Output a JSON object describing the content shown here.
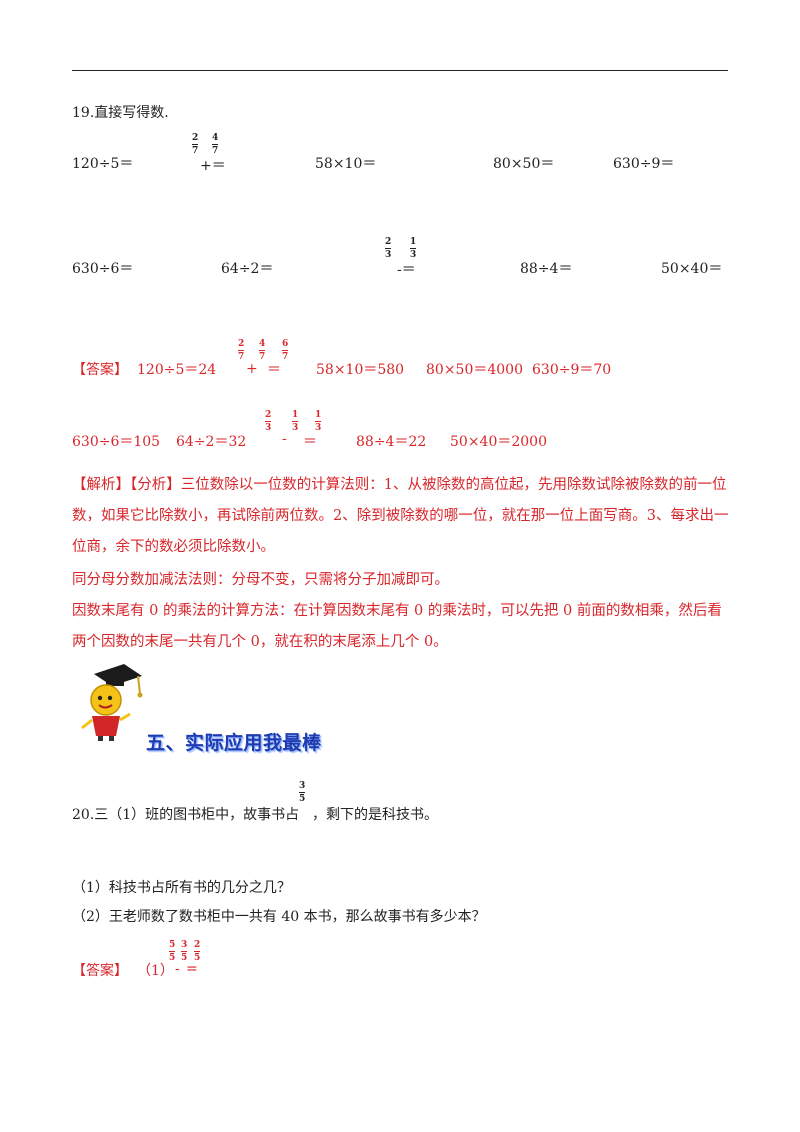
{
  "q19": {
    "title": "19.直接写得数.",
    "row1": [
      "120÷5＝",
      "+＝",
      "58×10＝",
      "80×50＝",
      "630÷9＝"
    ],
    "row2": [
      "630÷6＝",
      "64÷2＝",
      "-＝",
      "88÷4＝",
      "50×40＝"
    ],
    "fracs": {
      "f1a": [
        "2",
        "7"
      ],
      "f1b": [
        "4",
        "7"
      ],
      "f2a": [
        "2",
        "3"
      ],
      "f2b": [
        "1",
        "3"
      ]
    }
  },
  "answer19": {
    "label": "【答案】",
    "row1": [
      "120÷5＝24",
      "58×10＝580",
      "80×50＝4000",
      "630÷9＝70"
    ],
    "row1_frac_ops": [
      "+",
      "＝"
    ],
    "row2": [
      "630÷6＝105",
      "64÷2＝32",
      "88÷4＝22",
      "50×40＝2000"
    ],
    "row2_frac_ops": [
      "-",
      "＝"
    ],
    "fracs": {
      "a1": [
        "2",
        "7"
      ],
      "a2": [
        "4",
        "7"
      ],
      "a3": [
        "6",
        "7"
      ],
      "b1": [
        "2",
        "3"
      ],
      "b2": [
        "1",
        "3"
      ],
      "b3": [
        "1",
        "3"
      ]
    }
  },
  "analysis": {
    "p1": "【解析】【分析】三位数除以一位数的计算法则：1、从被除数的高位起，先用除数试除被除数的前一位数，如果它比除数小，再试除前两位数。2、除到被除数的哪一位，就在那一位上面写商。3、每求出一位商，余下的数必须比除数小。",
    "p2": "同分母分数加减法法则：分母不变，只需将分子加减即可。",
    "p3": "因数末尾有 0 的乘法的计算方法：在计算因数末尾有 0 的乘法时，可以先把 0 前面的数相乘，然后看两个因数的末尾一共有几个 0，就在积的末尾添上几个 0。"
  },
  "section5": {
    "heading": "五、实际应用我最棒"
  },
  "q20": {
    "text_before": "20.三（1）班的图书柜中，故事书占",
    "frac": [
      "3",
      "5"
    ],
    "text_after": "，剩下的是科技书。",
    "sub1": "（1）科技书占所有书的几分之几？",
    "sub2": "（2）王老师数了数书柜中一共有 40 本书，那么故事书有多少本？"
  },
  "answer20": {
    "label": "【答案】",
    "part": "（1）",
    "ops": [
      "-",
      "="
    ],
    "fracs": {
      "c1": [
        "5",
        "5"
      ],
      "c2": [
        "3",
        "5"
      ],
      "c3": [
        "2",
        "5"
      ]
    }
  },
  "colors": {
    "answer_red": "#d8262b",
    "heading_blue": "#1f3bb0"
  }
}
